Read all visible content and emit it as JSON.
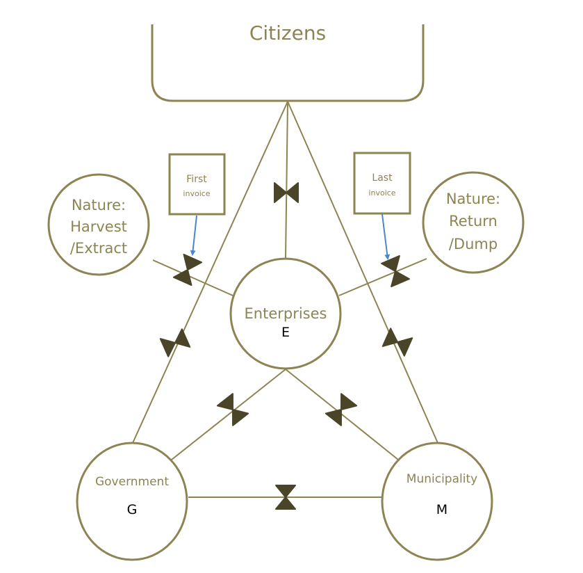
{
  "colors": {
    "outline": "#8c8452",
    "line": "#8c8452",
    "valve": "#4a4428",
    "arrow": "#4a86c8",
    "label": "#8c8452",
    "letter": "#000000"
  },
  "nodes": {
    "citizens": {
      "label": "Citizens"
    },
    "nature_harvest": {
      "lines": [
        "Nature:",
        "Harvest",
        "/Extract"
      ]
    },
    "nature_return": {
      "lines": [
        "Nature:",
        "Return",
        "/Dump"
      ]
    },
    "enterprises": {
      "label": "Enterprises",
      "letter": "E"
    },
    "government": {
      "label": "Government",
      "letter": "G"
    },
    "municipality": {
      "label": "Municipality",
      "letter": "M"
    }
  },
  "annotations": {
    "first_invoice": {
      "line1": "First",
      "line2": "invoice"
    },
    "last_invoice": {
      "line1": "Last",
      "line2": "invoice"
    }
  },
  "connections": [
    {
      "from": "citizens",
      "to": "government",
      "valve": true
    },
    {
      "from": "citizens",
      "to": "municipality",
      "valve": true
    },
    {
      "from": "citizens",
      "to": "enterprises",
      "valve": true
    },
    {
      "from": "nature_harvest",
      "to": "enterprises",
      "valve": true,
      "annotation": "first_invoice"
    },
    {
      "from": "enterprises",
      "to": "nature_return",
      "valve": true,
      "annotation": "last_invoice"
    },
    {
      "from": "enterprises",
      "to": "government",
      "valve": true
    },
    {
      "from": "enterprises",
      "to": "municipality",
      "valve": true
    },
    {
      "from": "government",
      "to": "municipality",
      "valve": true
    }
  ]
}
